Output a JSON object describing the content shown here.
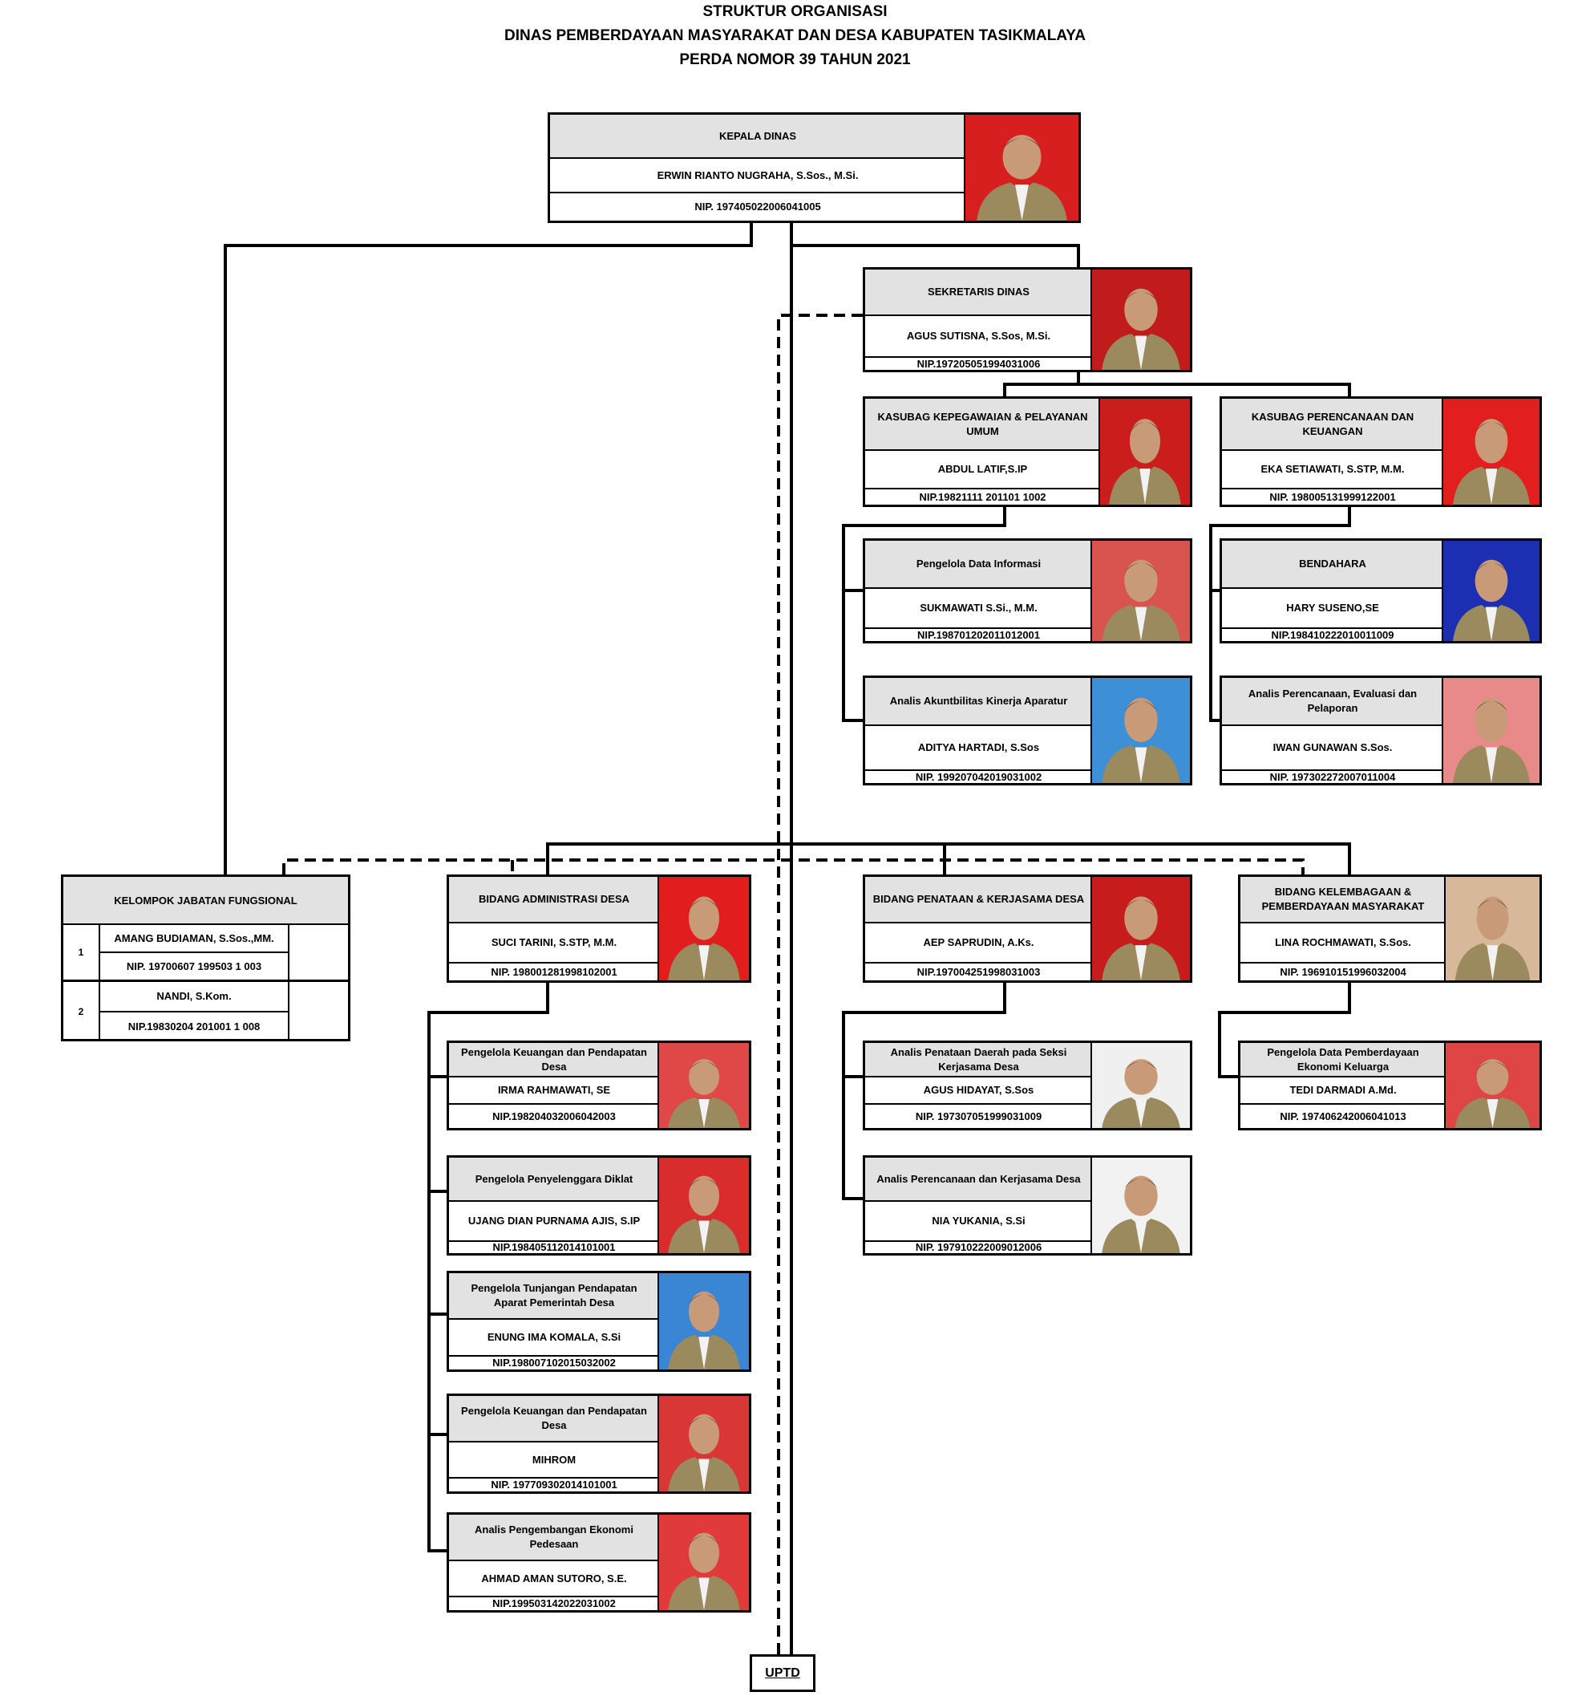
{
  "header": {
    "line1": "STRUKTUR ORGANISASI",
    "line2": "DINAS PEMBERDAYAAN MASYARAKAT DAN DESA KABUPATEN TASIKMALAYA",
    "line3": "PERDA NOMOR 39 TAHUN 2021"
  },
  "positions": [
    {
      "id": "kepala",
      "title": "KEPALA DINAS",
      "name": "ERWIN RIANTO NUGRAHA, S.Sos., M.Si.",
      "nip": "NIP. 197405022006041005",
      "photo_bg": "#d81f1f"
    },
    {
      "id": "sekretaris",
      "title": "SEKRETARIS DINAS",
      "name": "AGUS SUTISNA, S.Sos, M.Si.",
      "nip": "NIP.197205051994031006",
      "photo_bg": "#c21b1b"
    },
    {
      "id": "kasubag-kepeg",
      "title": "KASUBAG KEPEGAWAIAN & PELAYANAN UMUM",
      "name": "ABDUL LATIF,S.IP",
      "nip": "NIP.19821111 201101 1002",
      "photo_bg": "#cc1d1d"
    },
    {
      "id": "kasubag-renc",
      "title": "KASUBAG PERENCANAAN DAN KEUANGAN",
      "name": "EKA SETIAWATI, S.STP, M.M.",
      "nip": "NIP. 198005131999122001",
      "photo_bg": "#e31e1e"
    },
    {
      "id": "pengelola-data",
      "title": "Pengelola Data Informasi",
      "name": "SUKMAWATI S.Si., M.M.",
      "nip": "NIP.198701202011012001",
      "photo_bg": "#d9534f"
    },
    {
      "id": "bendahara",
      "title": "BENDAHARA",
      "name": "HARY SUSENO,SE",
      "nip": "NIP.198410222010011009",
      "photo_bg": "#1c2fb3"
    },
    {
      "id": "analis-akuntabilitas",
      "title": "Analis Akuntbilitas Kinerja Aparatur",
      "name": "ADITYA HARTADI, S.Sos",
      "nip": "NIP. 199207042019031002",
      "photo_bg": "#3d8fd6"
    },
    {
      "id": "analis-perencanaan",
      "title": "Analis Perencanaan, Evaluasi dan Pelaporan",
      "name": "IWAN GUNAWAN S.Sos.",
      "nip": "NIP. 197302272007011004",
      "photo_bg": "#e98a8a"
    },
    {
      "id": "bidang-admin",
      "title": "BIDANG ADMINISTRASI DESA",
      "name": "SUCI TARINI, S.STP, M.M.",
      "nip": "NIP. 198001281998102001",
      "photo_bg": "#e21d1d"
    },
    {
      "id": "bidang-penataan",
      "title": "BIDANG PENATAAN & KERJASAMA DESA",
      "name": "AEP SAPRUDIN, A.Ks.",
      "nip": "NIP.197004251998031003",
      "photo_bg": "#c81c1c"
    },
    {
      "id": "bidang-kelembagaan",
      "title": "BIDANG KELEMBAGAAN & PEMBERDAYAAN MASYARAKAT",
      "name": "LINA ROCHMAWATI, S.Sos.",
      "nip": "NIP. 196910151996032004",
      "photo_bg": "#d8b89a"
    },
    {
      "id": "pengelola-keuangan-1",
      "title": "Pengelola Keuangan dan Pendapatan Desa",
      "name": "IRMA RAHMAWATI, SE",
      "nip": "NIP.198204032006042003",
      "photo_bg": "#e04848"
    },
    {
      "id": "pengelola-diklat",
      "title": "Pengelola Penyelenggara Diklat",
      "name": "UJANG DIAN PURNAMA AJIS, S.IP",
      "nip": "NIP.198405112014101001",
      "photo_bg": "#d92d2d"
    },
    {
      "id": "pengelola-tunjangan",
      "title": "Pengelola Tunjangan Pendapatan Aparat Pemerintah Desa",
      "name": "ENUNG IMA KOMALA, S.Si",
      "nip": "NIP.198007102015032002",
      "photo_bg": "#3a86d4"
    },
    {
      "id": "pengelola-keuangan-2",
      "title": "Pengelola Keuangan dan Pendapatan Desa",
      "name": "MIHROM",
      "nip": "NIP. 197709302014101001",
      "photo_bg": "#d93636"
    },
    {
      "id": "analis-ekonomi",
      "title": "Analis Pengembangan Ekonomi Pedesaan",
      "name": "AHMAD AMAN SUTORO, S.E.",
      "nip": "NIP.199503142022031002",
      "photo_bg": "#e03a3a"
    },
    {
      "id": "analis-penataan-daerah",
      "title": "Analis Penataan Daerah pada Seksi Kerjasama Desa",
      "name": "AGUS HIDAYAT, S.Sos",
      "nip": "NIP. 197307051999031009",
      "photo_bg": "#f0f0f0"
    },
    {
      "id": "analis-kerjasama",
      "title": "Analis Perencanaan dan Kerjasama Desa",
      "name": "NIA YUKANIA, S.Si",
      "nip": "NIP. 197910222009012006",
      "photo_bg": "#f2f2f2"
    },
    {
      "id": "pengelola-ekonomi-keluarga",
      "title": "Pengelola Data Pemberdayaan Ekonomi Keluarga",
      "name": "TEDI DARMADI A.Md.",
      "nip": "NIP. 197406242006041013",
      "photo_bg": "#e04545"
    }
  ],
  "kelompok_fungsional": {
    "title": "KELOMPOK JABATAN FUNGSIONAL",
    "members": [
      {
        "no": "1",
        "name": "AMANG BUDIAMAN, S.Sos.,MM.",
        "nip": "NIP. 19700607 199503 1 003"
      },
      {
        "no": "2",
        "name": "NANDI, S.Kom.",
        "nip": "NIP.19830204 201001 1 008"
      }
    ]
  },
  "uptd_label": "UPTD"
}
